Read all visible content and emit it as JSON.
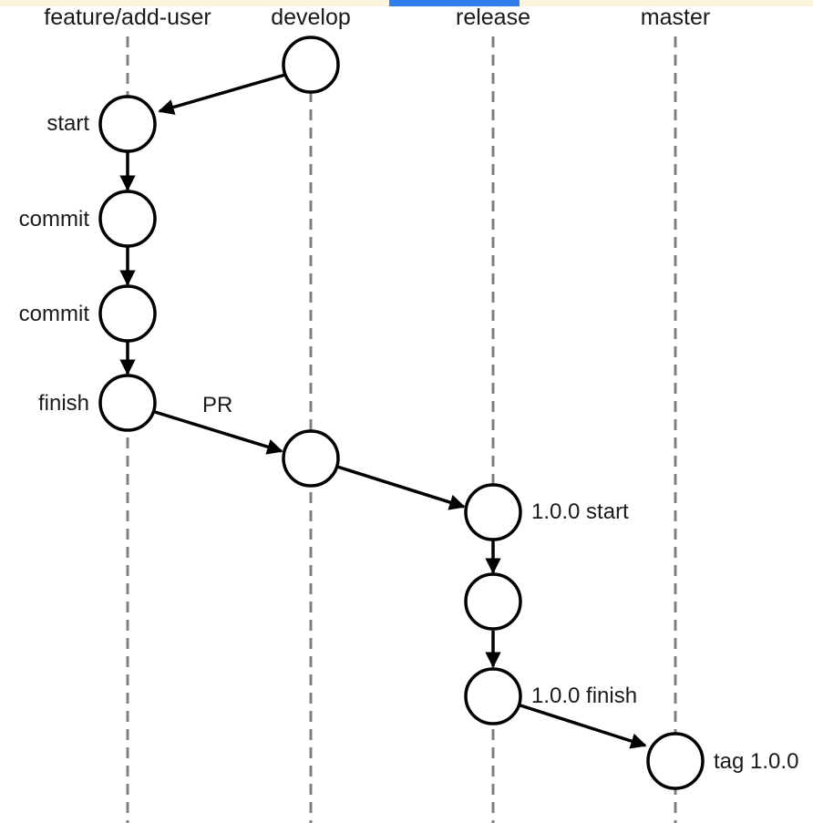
{
  "lanes": [
    {
      "id": "feature",
      "label": "feature/add-user"
    },
    {
      "id": "develop",
      "label": "develop"
    },
    {
      "id": "release",
      "label": "release"
    },
    {
      "id": "master",
      "label": "master"
    }
  ],
  "nodes": [
    {
      "id": "d1",
      "lane": "develop",
      "label": ""
    },
    {
      "id": "f1",
      "lane": "feature",
      "label": "start"
    },
    {
      "id": "f2",
      "lane": "feature",
      "label": "commit"
    },
    {
      "id": "f3",
      "lane": "feature",
      "label": "commit"
    },
    {
      "id": "f4",
      "lane": "feature",
      "label": "finish"
    },
    {
      "id": "d2",
      "lane": "develop",
      "label": ""
    },
    {
      "id": "r1",
      "lane": "release",
      "label": "1.0.0 start"
    },
    {
      "id": "r2",
      "lane": "release",
      "label": ""
    },
    {
      "id": "r3",
      "lane": "release",
      "label": "1.0.0 finish"
    },
    {
      "id": "m1",
      "lane": "master",
      "label": "tag 1.0.0"
    }
  ],
  "edges": [
    {
      "from": "d1",
      "to": "f1",
      "label": ""
    },
    {
      "from": "f1",
      "to": "f2",
      "label": ""
    },
    {
      "from": "f2",
      "to": "f3",
      "label": ""
    },
    {
      "from": "f3",
      "to": "f4",
      "label": ""
    },
    {
      "from": "f4",
      "to": "d2",
      "label": "PR"
    },
    {
      "from": "d2",
      "to": "r1",
      "label": ""
    },
    {
      "from": "r1",
      "to": "r2",
      "label": ""
    },
    {
      "from": "r2",
      "to": "r3",
      "label": ""
    },
    {
      "from": "r3",
      "to": "m1",
      "label": ""
    }
  ],
  "colors": {
    "node_stroke": "#000000",
    "lane_line": "#808080",
    "accent": "#2f80ed",
    "top_band": "#fbf3dc"
  }
}
